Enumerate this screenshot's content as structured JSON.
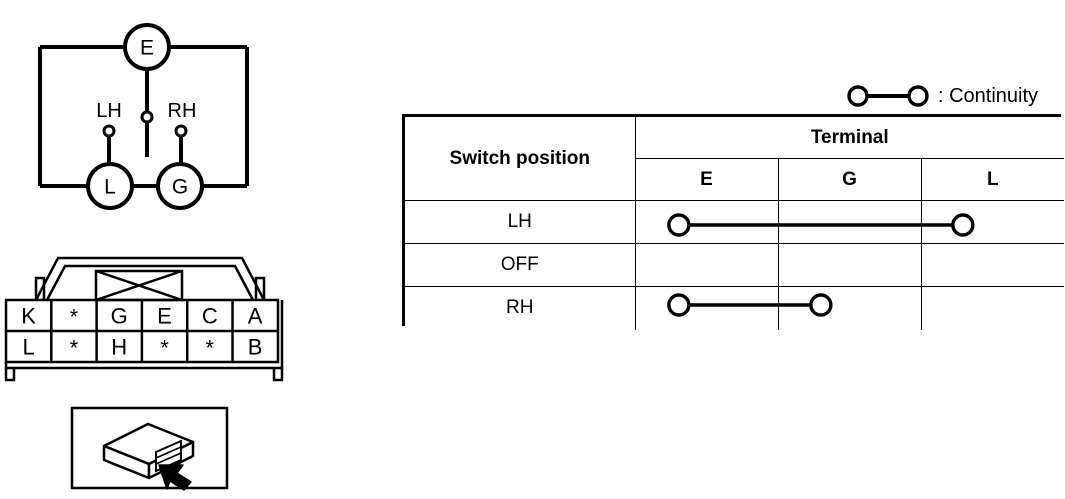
{
  "legend": {
    "symbol_name": "continuity-symbol",
    "text": ": Continuity"
  },
  "table": {
    "headers": {
      "switch_position": "Switch position",
      "terminal_group": "Terminal",
      "terminals": [
        "E",
        "G",
        "L"
      ]
    },
    "rows": [
      {
        "position": "LH",
        "continuity": [
          "E",
          "L"
        ]
      },
      {
        "position": "OFF",
        "continuity": []
      },
      {
        "position": "RH",
        "continuity": [
          "E",
          "G"
        ]
      }
    ]
  },
  "circuit": {
    "nodes": [
      {
        "id": "E",
        "label": "E"
      },
      {
        "id": "L",
        "label": "L"
      },
      {
        "id": "G",
        "label": "G"
      }
    ],
    "contact_labels": [
      {
        "id": "LH",
        "label": "LH"
      },
      {
        "id": "RH",
        "label": "RH"
      }
    ]
  },
  "connector": {
    "rows": [
      [
        "K",
        "*",
        "G",
        "E",
        "C",
        "A"
      ],
      [
        "L",
        "*",
        "H",
        "*",
        "*",
        "B"
      ]
    ]
  },
  "colors": {
    "ink": "#000000",
    "background": "#ffffff"
  }
}
